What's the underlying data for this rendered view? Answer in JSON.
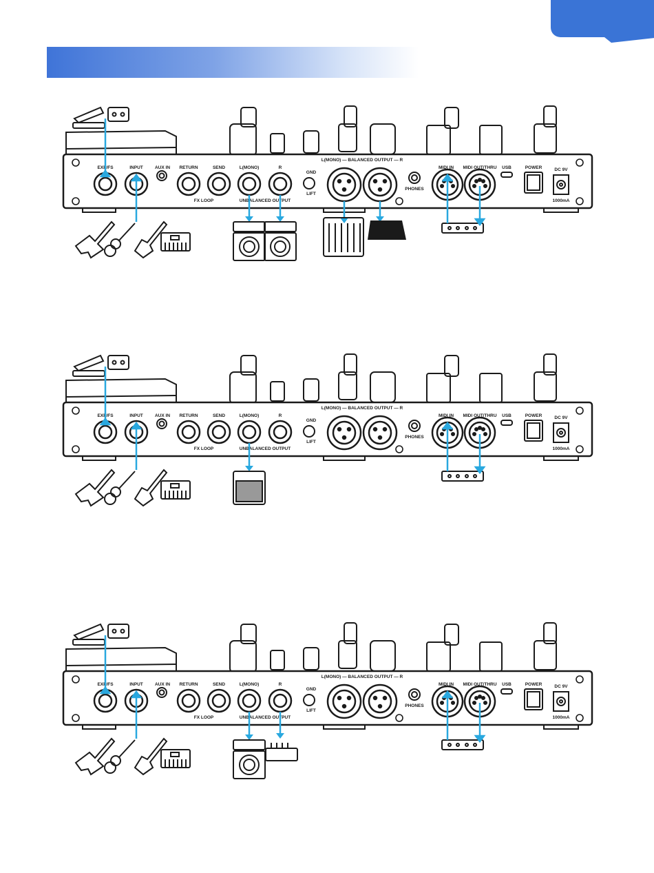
{
  "header": {
    "tab_color": "#3a74d6",
    "banner_color": "#3f74d8"
  },
  "cable_color": "#29a8df",
  "panel_labels": {
    "exp_fs": "EXP/FS",
    "input": "INPUT",
    "aux_in": "AUX IN",
    "return": "RETURN",
    "send": "SEND",
    "fx_loop": "FX LOOP",
    "l_mono": "L(MONO)",
    "r": "R",
    "unbalanced_output": "UNBALANCED OUTPUT",
    "gnd": "GND",
    "lift": "LIFT",
    "balanced_output": "L(MONO) — BALANCED OUTPUT — R",
    "phones": "PHONES",
    "midi_in": "MIDI IN",
    "midi_out_thru": "MIDI OUT/THRU",
    "usb": "USB",
    "power": "POWER",
    "dc": "DC 9V",
    "ma": "1000mA"
  },
  "diagrams": [
    {
      "id": "setup-1",
      "outputs": [
        "stereo-amps-unbalanced",
        "mixer-balanced",
        "monitor-balanced"
      ]
    },
    {
      "id": "setup-2",
      "outputs": [
        "combo-amp-mono"
      ]
    },
    {
      "id": "setup-3",
      "outputs": [
        "amp-left",
        "amp-head-right"
      ]
    }
  ]
}
